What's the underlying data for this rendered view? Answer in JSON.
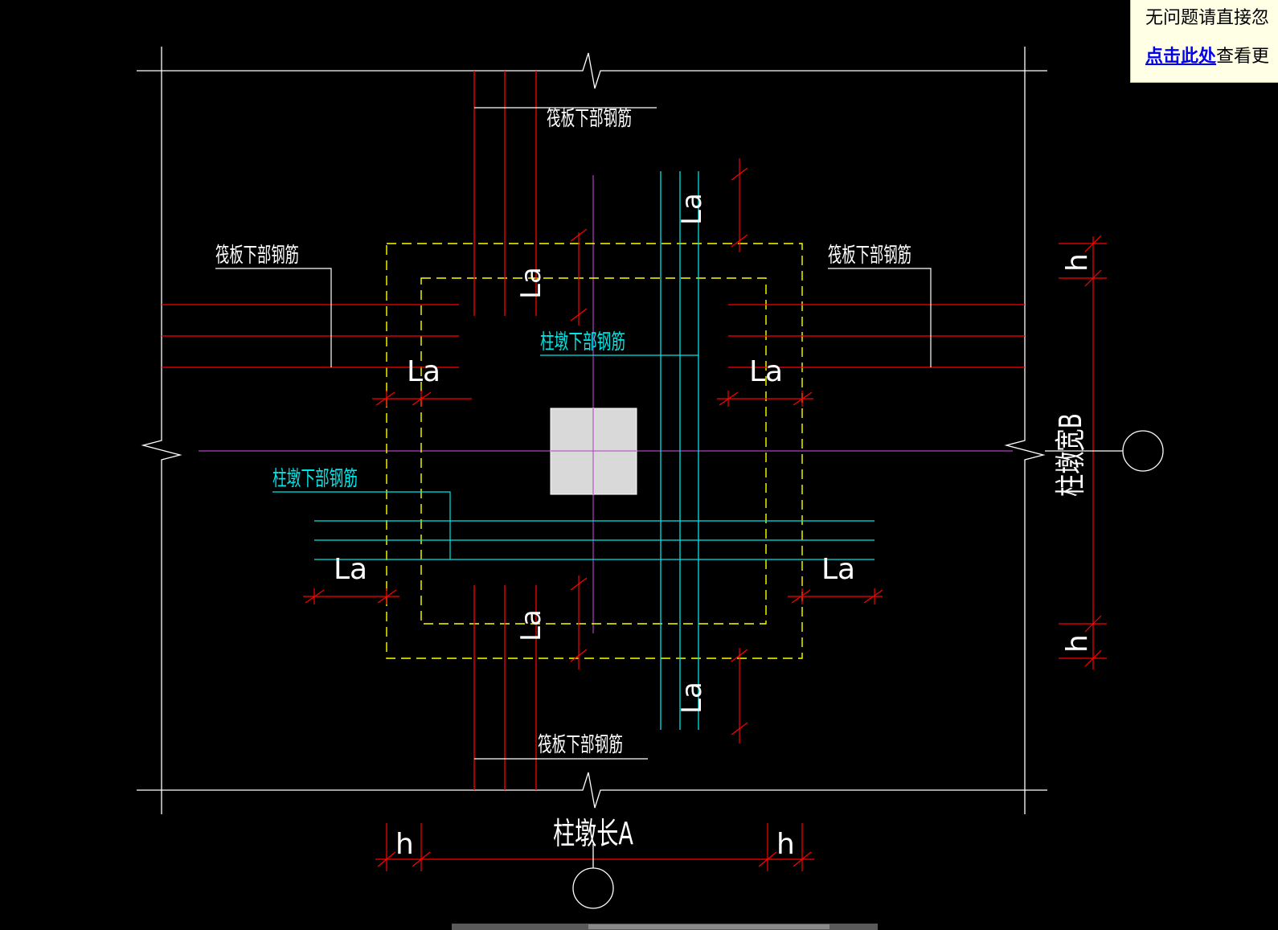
{
  "notice": {
    "line1": "无问题请直接忽",
    "link": "点击此处",
    "line2_rest": "查看更"
  },
  "drawing": {
    "labels": {
      "raft_top": "筏板下部钢筋",
      "raft_left": "筏板下部钢筋",
      "raft_right": "筏板下部钢筋",
      "raft_bottom": "筏板下部钢筋",
      "pier_upper": "柱墩下部钢筋",
      "pier_lower": "柱墩下部钢筋",
      "la": "La",
      "h": "h",
      "length_a": "柱墩长A",
      "width_b": "柱墩宽B"
    },
    "colors": {
      "background": "#000000",
      "outline": "#ffffff",
      "raft_bar": "#ff0000",
      "pier_bar": "#00e5e5",
      "pier_boundary": "#ffff00",
      "center_line": "#b040c0",
      "column": "#d9d9d9"
    }
  }
}
